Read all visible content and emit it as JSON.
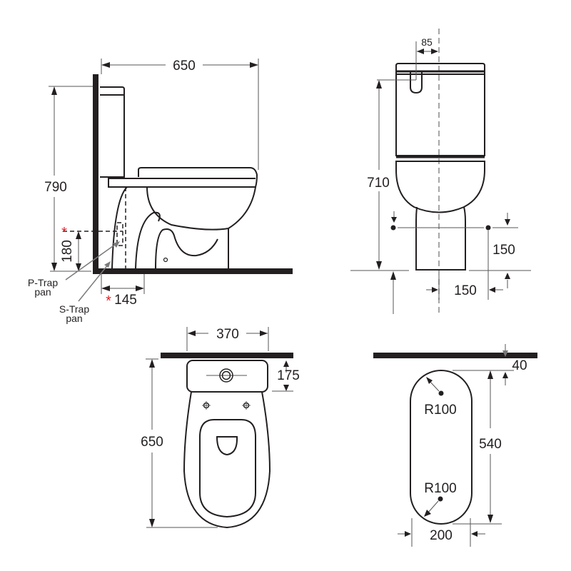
{
  "side_view": {
    "overall_depth": "650",
    "overall_height": "790",
    "outlet_height": "180",
    "outlet_setback": "145",
    "asterisk_marker": "*",
    "labels": {
      "p_trap_line1": "P-Trap",
      "p_trap_line2": "pan",
      "s_trap_line1": "S-Trap",
      "s_trap_line2": "pan"
    }
  },
  "front_view": {
    "button_offset": "85",
    "height_to_button": "710",
    "fixing_height": "150",
    "fixing_offset": "150"
  },
  "top_view": {
    "cistern_width": "370",
    "cistern_depth": "175",
    "overall_depth": "650"
  },
  "footprint_view": {
    "wall_gap": "40",
    "footprint_length": "540",
    "top_radius": "R100",
    "bottom_radius": "R100",
    "footprint_width": "200"
  },
  "colors": {
    "line": "#231f20",
    "asterisk": "#e2262b",
    "leader": "#7a7a7a"
  }
}
